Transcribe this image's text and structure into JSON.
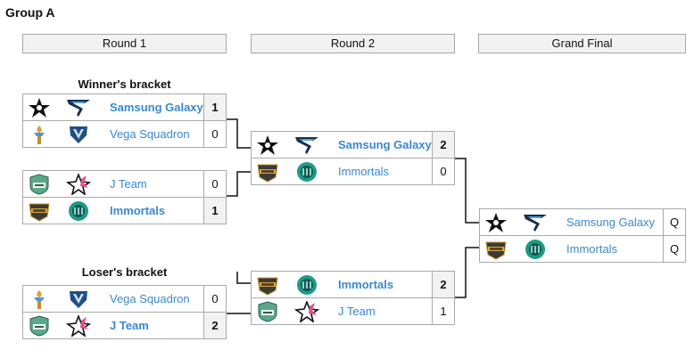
{
  "group_title": "Group A",
  "rounds": [
    "Round 1",
    "Round 2",
    "Grand Final"
  ],
  "labels": {
    "winners": "Winner's bracket",
    "losers": "Loser's bracket"
  },
  "matches": {
    "r1_winners_top": [
      {
        "name": "Samsung Galaxy",
        "score": "1",
        "winner": true
      },
      {
        "name": "Vega Squadron",
        "score": "0",
        "winner": false
      }
    ],
    "r1_winners_bottom": [
      {
        "name": "J Team",
        "score": "0",
        "winner": false
      },
      {
        "name": "Immortals",
        "score": "1",
        "winner": true
      }
    ],
    "r1_losers": [
      {
        "name": "Vega Squadron",
        "score": "0",
        "winner": false
      },
      {
        "name": "J Team",
        "score": "2",
        "winner": true
      }
    ],
    "r2_winners": [
      {
        "name": "Samsung Galaxy",
        "score": "2",
        "winner": true
      },
      {
        "name": "Immortals",
        "score": "0",
        "winner": false
      }
    ],
    "r2_losers": [
      {
        "name": "Immortals",
        "score": "2",
        "winner": true
      },
      {
        "name": "J Team",
        "score": "1",
        "winner": false
      }
    ],
    "grand_final": [
      {
        "name": "Samsung Galaxy",
        "score": "Q",
        "winner": false
      },
      {
        "name": "Immortals",
        "score": "Q",
        "winner": false
      }
    ]
  },
  "icons": {
    "region": {
      "Samsung Galaxy": "star-region-icon",
      "Vega Squadron": "torch-region-icon",
      "J Team": "crest-region-icon",
      "Immortals": "banner-region-icon"
    },
    "team": {
      "Samsung Galaxy": "samsung-galaxy-logo-icon",
      "Vega Squadron": "vega-squadron-logo-icon",
      "J Team": "j-team-logo-icon",
      "Immortals": "immortals-logo-icon"
    }
  },
  "colors": {
    "link": "#3a88cf",
    "border": "#aaaaaa",
    "header_bg": "#f2f2f2"
  }
}
